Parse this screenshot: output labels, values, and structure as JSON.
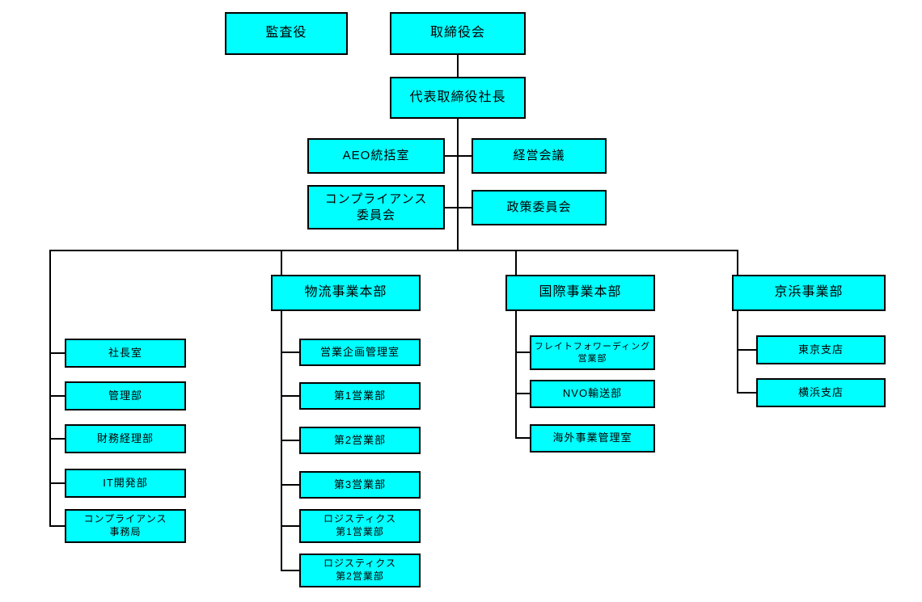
{
  "org": {
    "auditor": "監査役",
    "board": "取締役会",
    "president": "代表取締役社長",
    "staff_units": [
      {
        "label": "AEO統括室"
      },
      {
        "label": "経営会議"
      },
      {
        "label": "コンプライアンス\n委員会"
      },
      {
        "label": "政策委員会"
      }
    ],
    "left_departments": [
      {
        "label": "社長室"
      },
      {
        "label": "管理部"
      },
      {
        "label": "財務経理部"
      },
      {
        "label": "IT開発部"
      },
      {
        "label": "コンプライアンス\n事務局"
      }
    ],
    "logistics_division": {
      "label": "物流事業本部",
      "children": [
        {
          "label": "営業企画管理室"
        },
        {
          "label": "第1営業部"
        },
        {
          "label": "第2営業部"
        },
        {
          "label": "第3営業部"
        },
        {
          "label": "ロジスティクス\n第1営業部"
        },
        {
          "label": "ロジスティクス\n第2営業部"
        }
      ]
    },
    "international_division": {
      "label": "国際事業本部",
      "children": [
        {
          "label": "フレイトフォワーディング\n営業部"
        },
        {
          "label": "NVO輸送部"
        },
        {
          "label": "海外事業管理室"
        }
      ]
    },
    "keihin_division": {
      "label": "京浜事業部",
      "children": [
        {
          "label": "東京支店"
        },
        {
          "label": "横浜支店"
        }
      ]
    },
    "colors": {
      "box_fill": "#00FFFF",
      "box_border": "#000000",
      "text": "#000000"
    }
  }
}
